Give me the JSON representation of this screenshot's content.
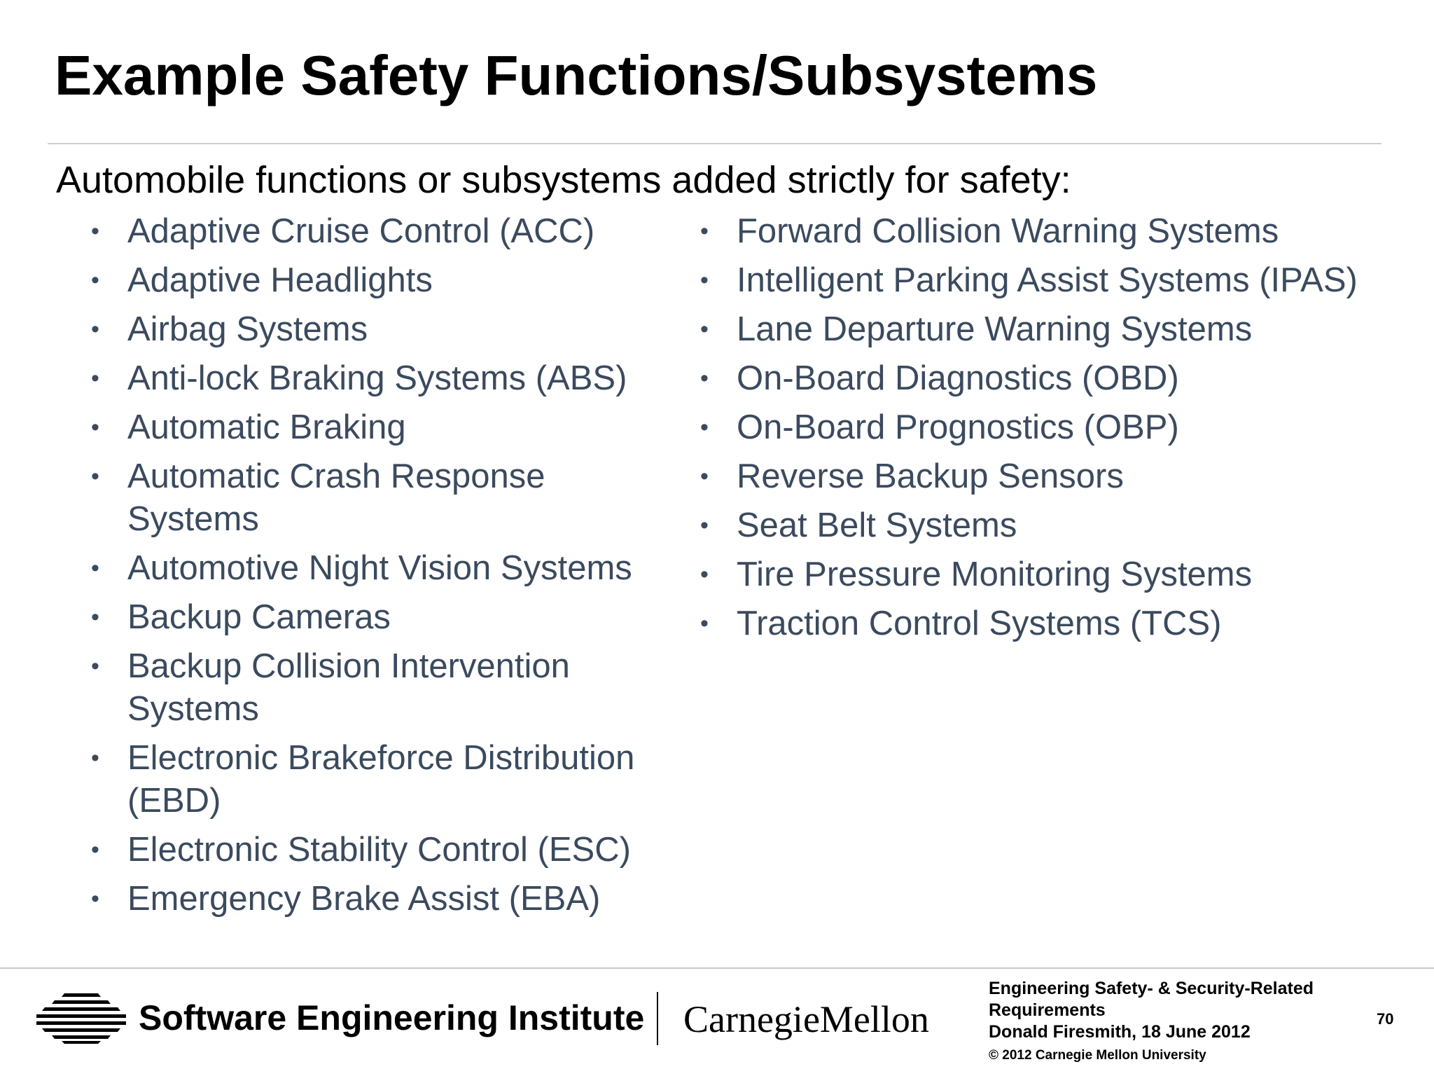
{
  "slide": {
    "title": "Example Safety Functions/Subsystems",
    "subtitle": "Automobile functions or subsystems added strictly for safety:",
    "bullet_char": "•",
    "left_items": [
      "Adaptive Cruise Control (ACC)",
      "Adaptive Headlights",
      "Airbag Systems",
      "Anti-lock Braking Systems (ABS)",
      "Automatic Braking",
      "Automatic Crash Response Systems",
      "Automotive Night Vision Systems",
      "Backup Cameras",
      "Backup Collision Intervention Systems",
      "Electronic Brakeforce Distribution (EBD)",
      "Electronic Stability Control (ESC)",
      "Emergency Brake Assist (EBA)"
    ],
    "right_items": [
      "Forward Collision Warning Systems",
      "Intelligent Parking Assist Systems (IPAS)",
      "Lane Departure Warning Systems",
      "On-Board Diagnostics (OBD)",
      "On-Board Prognostics (OBP)",
      "Reverse Backup Sensors",
      "Seat Belt Systems",
      "Tire Pressure Monitoring Systems",
      "Traction Control Systems (TCS)"
    ]
  },
  "footer": {
    "sei_name": "Software Engineering Institute",
    "cmu_name": "CarnegieMellon",
    "info_line1": "Engineering Safety- & Security-Related",
    "info_line2": "Requirements",
    "info_line3": "Donald Firesmith,  18 June 2012",
    "copyright": "© 2012 Carnegie Mellon University",
    "page_number": "70"
  },
  "colors": {
    "title": "#000000",
    "body_text": "#3b4a5e",
    "rule": "#cfcfcf"
  }
}
